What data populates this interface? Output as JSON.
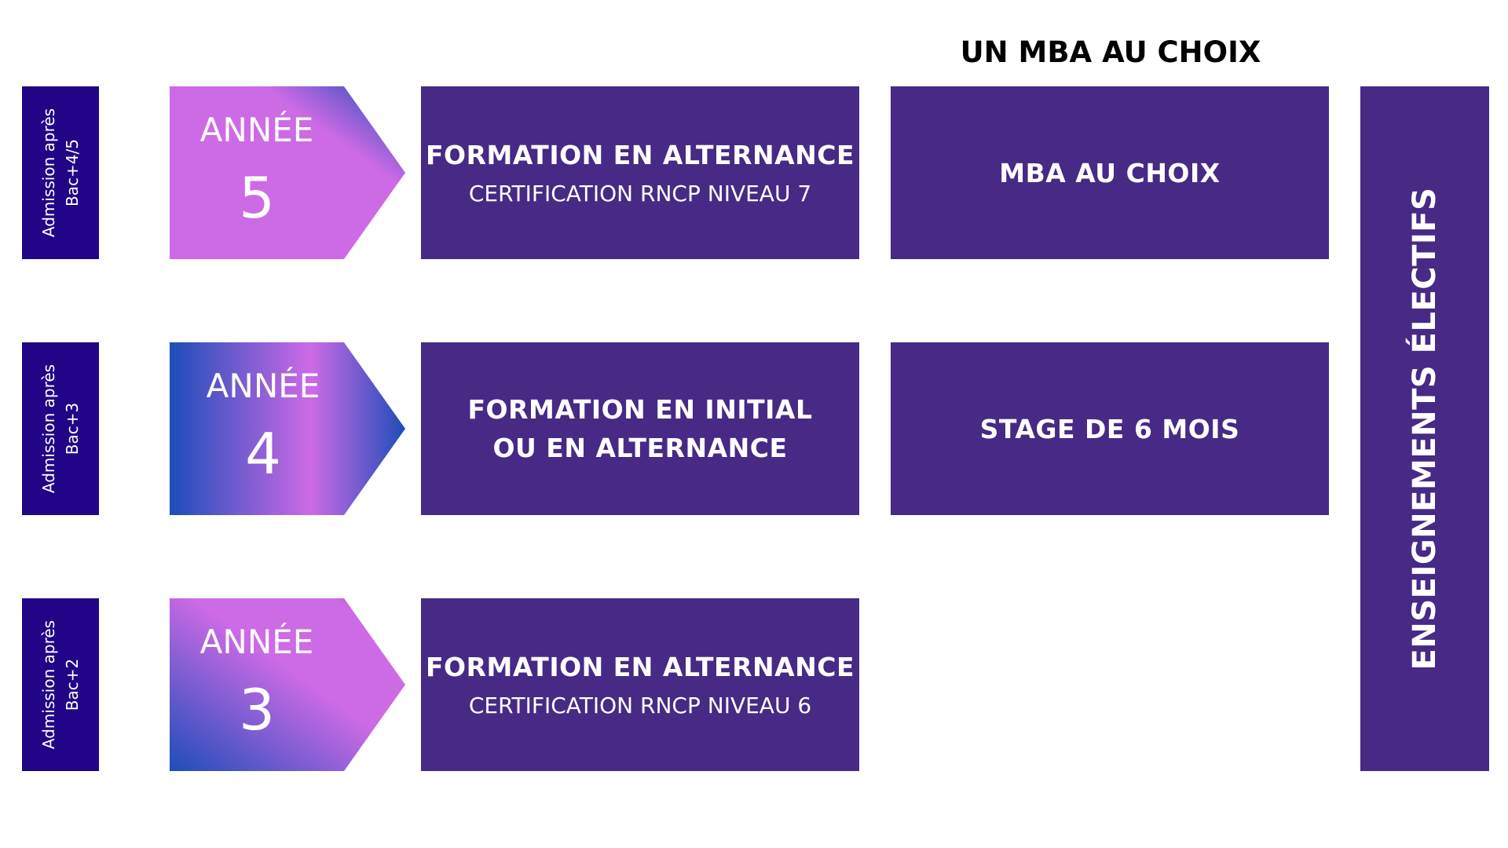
{
  "heading": "UN MBA AU CHOIX",
  "side_label": "ENSEIGNEMENTS ÉLECTIFS",
  "colors": {
    "admission_bg": "#220587",
    "panel_bg": "#462a85",
    "gradient_blue": "#1d4db8",
    "gradient_pink": "#cd6ae6"
  },
  "rows": [
    {
      "admission": {
        "line1": "Admission après",
        "line2": "Bac+4/5"
      },
      "year": {
        "label": "ANNÉE",
        "number": "5"
      },
      "formation": {
        "title": "FORMATION EN ALTERNANCE",
        "subtitle": "CERTIFICATION RNCP NIVEAU 7"
      },
      "option": "MBA AU CHOIX"
    },
    {
      "admission": {
        "line1": "Admission après",
        "line2": "Bac+3"
      },
      "year": {
        "label": "ANNÉE",
        "number": "4"
      },
      "formation": {
        "title_line1": "FORMATION EN INITIAL",
        "title_line2": "OU EN ALTERNANCE"
      },
      "option": "STAGE DE 6 MOIS"
    },
    {
      "admission": {
        "line1": "Admission après",
        "line2": "Bac+2"
      },
      "year": {
        "label": "ANNÉE",
        "number": "3"
      },
      "formation": {
        "title": "FORMATION EN ALTERNANCE",
        "subtitle": "CERTIFICATION RNCP NIVEAU 6"
      }
    }
  ]
}
